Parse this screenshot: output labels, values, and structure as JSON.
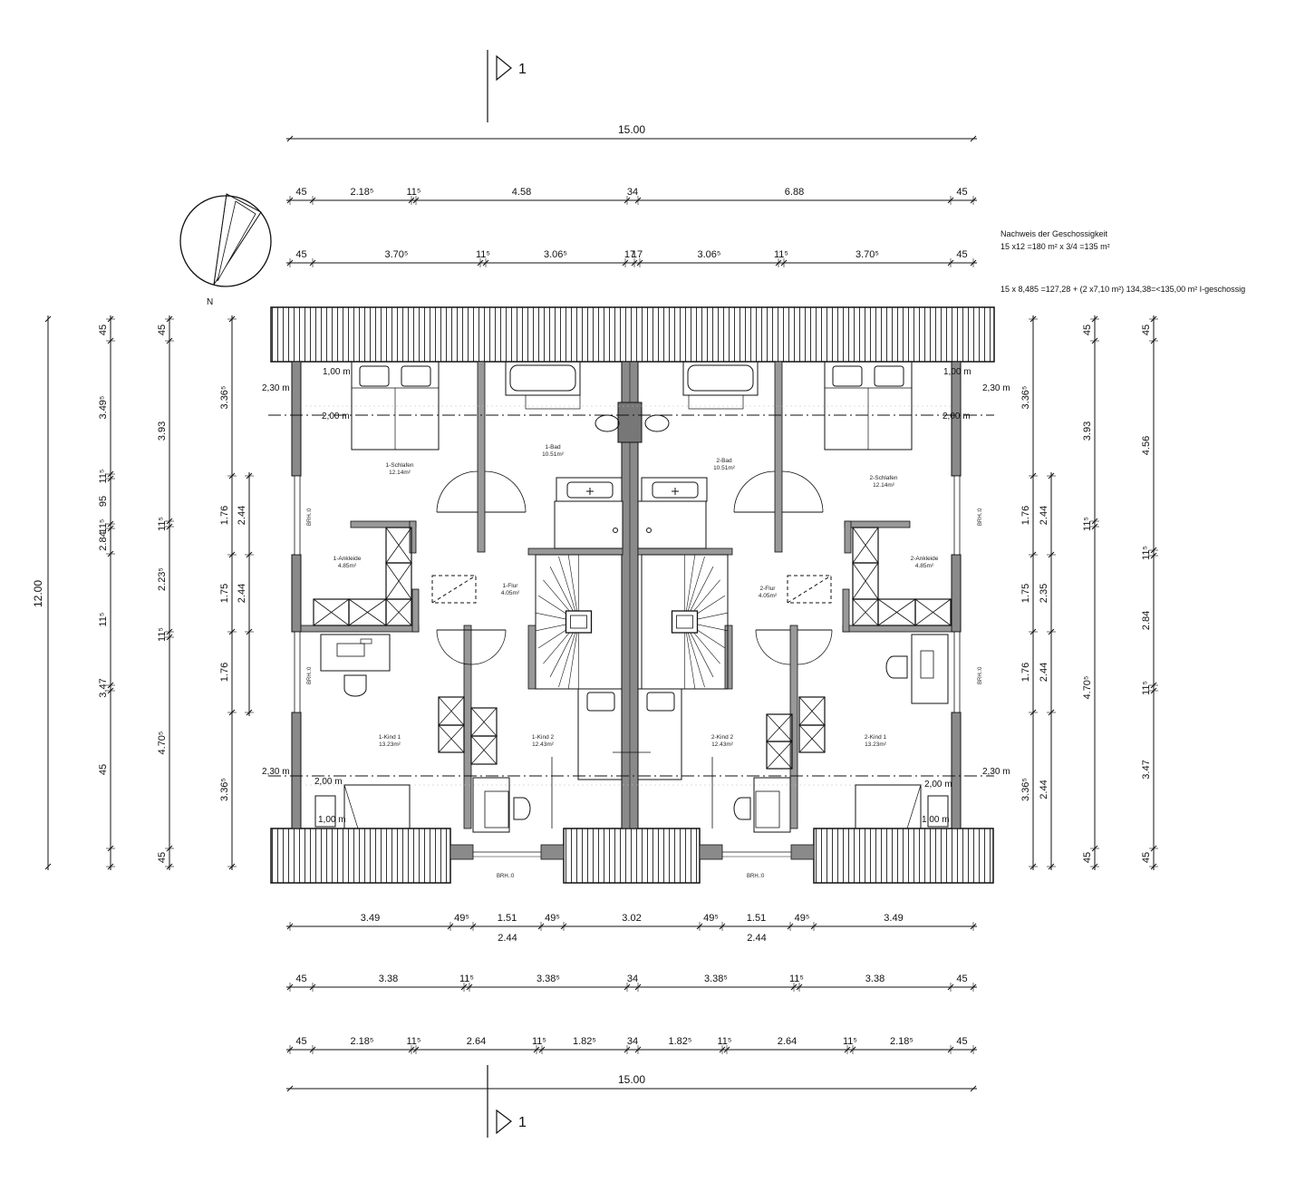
{
  "section": {
    "label": "1"
  },
  "north_label": "N",
  "notes": {
    "title": "Nachweis der Geschossigkeit",
    "line1": "15 x12 =180 m² x 3/4 =135 m²",
    "line2": "15 x 8,485 =127,28 + (2 x7,10 m²) 134,38=<135,00 m² I-geschossig"
  },
  "dims_top": {
    "overall": "15.00",
    "row1": [
      "45",
      "2.18⁵",
      "11⁵",
      "4.58",
      "34",
      "6.88",
      "45"
    ],
    "row2": [
      "45",
      "3.70⁵",
      "11⁵",
      "3.06⁵",
      "17",
      "17",
      "3.06⁵",
      "11⁵",
      "3.70⁵",
      "45"
    ]
  },
  "dims_bottom": {
    "row1": [
      "3.49",
      "49⁵",
      "1.51",
      "49⁵",
      "3.02",
      "49⁵",
      "1.51",
      "49⁵",
      "3.49"
    ],
    "row1_sub": [
      "2.44",
      "2.44"
    ],
    "row2": [
      "45",
      "3.38",
      "11⁵",
      "3.38⁵",
      "34",
      "3.38⁵",
      "11⁵",
      "3.38",
      "45"
    ],
    "row3": [
      "45",
      "2.18⁵",
      "11⁵",
      "2.64",
      "11⁵",
      "1.82⁵",
      "34",
      "1.82⁵",
      "11⁵",
      "2.64",
      "11⁵",
      "2.18⁵",
      "45"
    ],
    "overall": "15.00"
  },
  "dims_left": {
    "overall": "12.00",
    "col1": [
      "45",
      "3.49⁵",
      "11⁵",
      "95",
      "11⁵",
      "2.84",
      "11⁵",
      "3.47",
      "45"
    ],
    "col2": [
      "45",
      "3.93",
      "11⁵",
      "2.23⁵",
      "11⁵",
      "4.70⁵",
      "45"
    ],
    "col3": [
      "3.36⁵",
      "1.76",
      "1.75",
      "1.76",
      "3.36⁵"
    ],
    "col4": [
      "2.44",
      "2.44"
    ]
  },
  "dims_right": {
    "col1": [
      "3.36⁵",
      "1.76",
      "1.75",
      "1.76",
      "3.36⁵"
    ],
    "col2": [
      "2.44",
      "2.35",
      "2.44",
      "2.44"
    ],
    "col3": [
      "45",
      "3.93",
      "11⁵",
      "4.70⁵",
      "45"
    ],
    "col4": [
      "45",
      "4.56",
      "11⁵",
      "2.84",
      "11⁵",
      "3.47",
      "45"
    ]
  },
  "heights": {
    "h230": "2,30 m",
    "h200": "2,00 m",
    "h100": "1,00 m"
  },
  "brh": "BRH.:0",
  "rooms": [
    {
      "name": "1-Schlafen",
      "area": "12.14m²"
    },
    {
      "name": "1-Bad",
      "area": "10.51m²"
    },
    {
      "name": "2-Bad",
      "area": "10.51m²"
    },
    {
      "name": "2-Schlafen",
      "area": "12.14m²"
    },
    {
      "name": "1-Ankleide",
      "area": "4.85m²"
    },
    {
      "name": "1-Flur",
      "area": "4.05m²"
    },
    {
      "name": "2-Flur",
      "area": "4.05m²"
    },
    {
      "name": "2-Ankleide",
      "area": "4.85m²"
    },
    {
      "name": "1-Kind 1",
      "area": "13.23m²"
    },
    {
      "name": "1-Kind 2",
      "area": "12.43m²"
    },
    {
      "name": "2-Kind 2",
      "area": "12.43m²"
    },
    {
      "name": "2-Kind 1",
      "area": "13.23m²"
    }
  ]
}
